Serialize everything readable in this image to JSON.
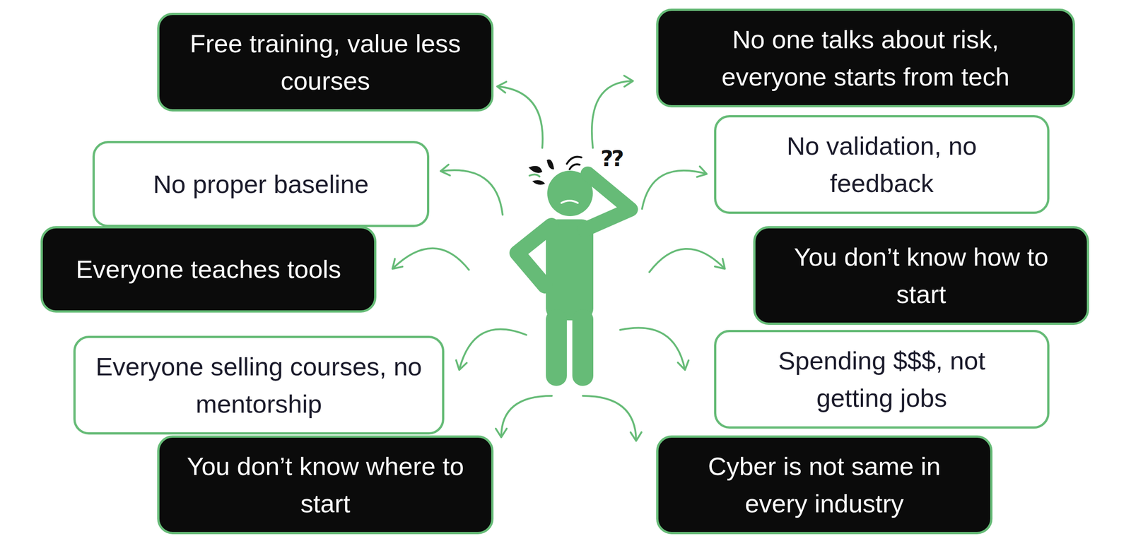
{
  "diagram": {
    "nodes": [
      {
        "text": [
          "Free training, value less courses"
        ]
      },
      {
        "text": [
          "No one talks about risk, everyone starts from tech"
        ]
      },
      {
        "text": [
          "No proper baseline"
        ]
      },
      {
        "text": [
          "No validation, no feedback"
        ]
      },
      {
        "text": [
          "Everyone teaches tools"
        ]
      },
      {
        "text": [
          "You don’t know how to start"
        ]
      },
      {
        "text": [
          "Everyone selling courses, no mentorship"
        ]
      },
      {
        "text": [
          "Spending $$$, not getting jobs"
        ]
      },
      {
        "text": [
          "You don’t know where to start"
        ]
      },
      {
        "text": [
          "Cyber is not same in every industry"
        ]
      }
    ],
    "edges": [],
    "labels": [
      "??"
    ]
  }
}
